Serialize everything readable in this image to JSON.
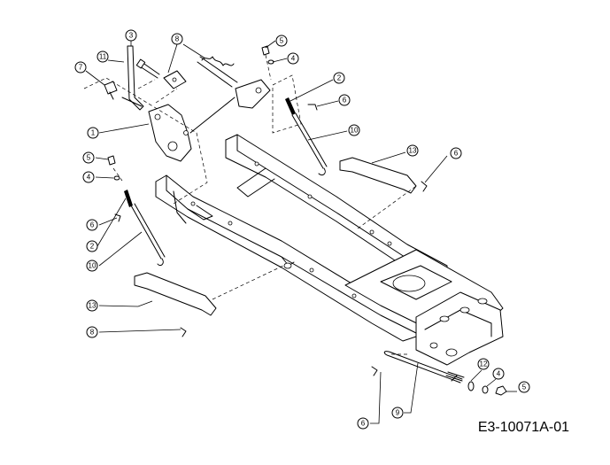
{
  "drawing": {
    "code": "E3-10071A-01",
    "line_color": "#000000",
    "background": "#ffffff"
  },
  "callouts": [
    {
      "id": "c-3",
      "label": "3"
    },
    {
      "id": "c-8a",
      "label": "8"
    },
    {
      "id": "c-5a",
      "label": "5"
    },
    {
      "id": "c-4a",
      "label": "4"
    },
    {
      "id": "c-11",
      "label": "11"
    },
    {
      "id": "c-7",
      "label": "7"
    },
    {
      "id": "c-2a",
      "label": "2"
    },
    {
      "id": "c-6a",
      "label": "6"
    },
    {
      "id": "c-1",
      "label": "1"
    },
    {
      "id": "c-10a",
      "label": "10"
    },
    {
      "id": "c-13a",
      "label": "13"
    },
    {
      "id": "c-6b",
      "label": "6"
    },
    {
      "id": "c-5b",
      "label": "5"
    },
    {
      "id": "c-4b",
      "label": "4"
    },
    {
      "id": "c-6c",
      "label": "6"
    },
    {
      "id": "c-2b",
      "label": "2"
    },
    {
      "id": "c-10b",
      "label": "10"
    },
    {
      "id": "c-13b",
      "label": "13"
    },
    {
      "id": "c-8b",
      "label": "8"
    },
    {
      "id": "c-12",
      "label": "12"
    },
    {
      "id": "c-4c",
      "label": "4"
    },
    {
      "id": "c-5c",
      "label": "5"
    },
    {
      "id": "c-6d",
      "label": "6"
    },
    {
      "id": "c-9",
      "label": "9"
    }
  ]
}
